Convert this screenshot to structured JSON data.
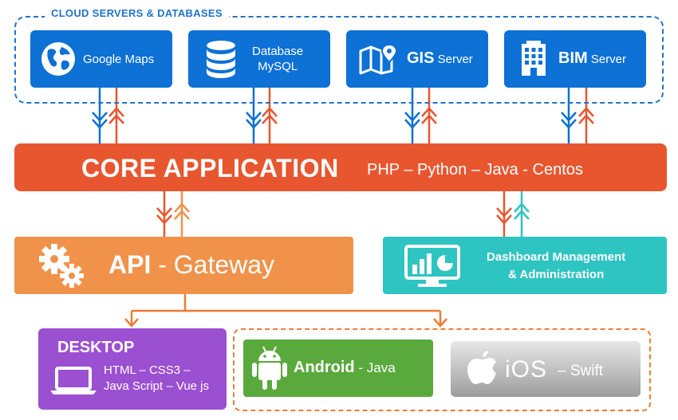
{
  "cloud": {
    "title": "CLOUD SERVERS & DATABASES",
    "servers": [
      {
        "name": "Google Maps"
      },
      {
        "line1": "Database",
        "line2": "MySQL"
      },
      {
        "strong": "GIS",
        "suffix": "Server"
      },
      {
        "strong": "BIM",
        "suffix": "Server"
      }
    ]
  },
  "core": {
    "title": "CORE APPLICATION",
    "tech": "PHP – Python – Java - Centos"
  },
  "api": {
    "strong": "API",
    "rest": " - Gateway"
  },
  "dashboard": {
    "line1": "Dashboard Management",
    "line2": "& Administration"
  },
  "desktop": {
    "title": "DESKTOP",
    "line1": "HTML – CSS3 –",
    "line2": "Java Script – Vue js"
  },
  "android": {
    "strong": "Android",
    "rest": " - Java"
  },
  "ios": {
    "word": "iOS",
    "rest": "– Swift"
  },
  "colors": {
    "blue": "#0d71d6",
    "red": "#e8562f",
    "orange": "#f0924a",
    "teal": "#2ec4c1",
    "purple": "#9b4fd1",
    "green": "#5aa93c",
    "gray": "#b0b0b0"
  }
}
